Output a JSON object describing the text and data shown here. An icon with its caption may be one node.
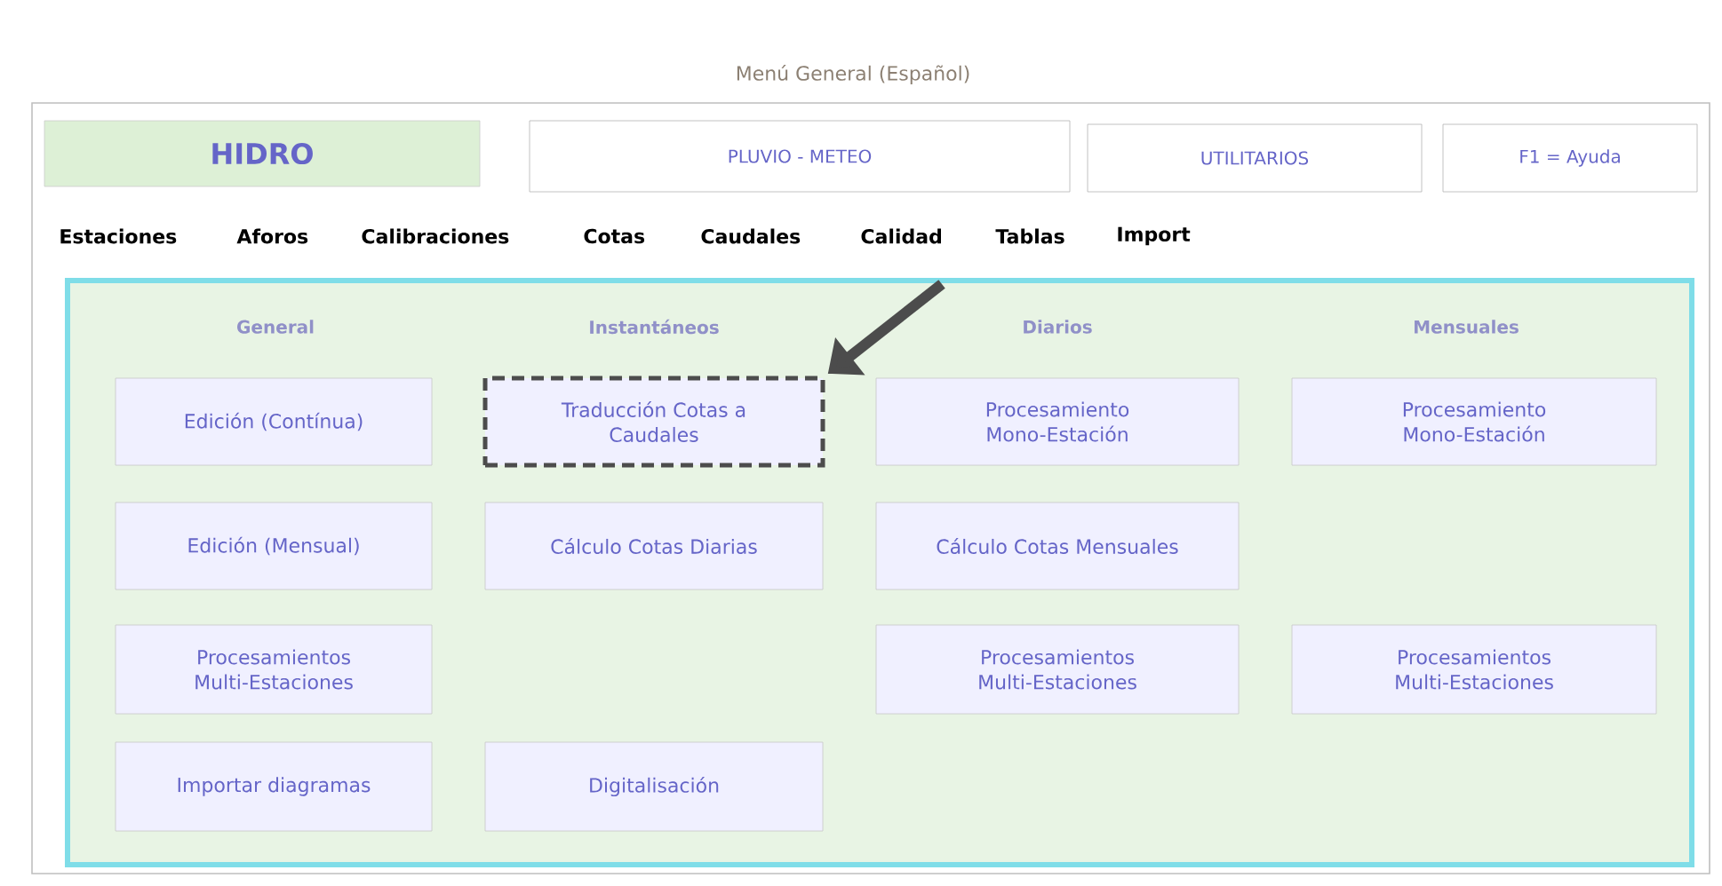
{
  "diagram": {
    "title": "Menú General (Español)",
    "nodes": [
      {
        "text": [
          "HIDRO"
        ]
      },
      {
        "text": [
          "PLUVIO - METEO"
        ]
      },
      {
        "text": [
          "UTILITARIOS"
        ]
      },
      {
        "text": [
          "F1 = Ayuda"
        ]
      },
      {
        "text": [],
        "shape": "box"
      },
      {
        "text": [
          "Edición (Contínua)"
        ],
        "in": 4
      },
      {
        "text": [
          "Traducción Cotas a Caudales"
        ],
        "in": 4
      },
      {
        "text": [
          "Procesamiento Mono-Estación"
        ],
        "in": 4
      },
      {
        "text": [
          "Procesamiento Mono-Estación"
        ],
        "in": 4
      },
      {
        "text": [
          "Edición (Mensual)"
        ],
        "in": 4
      },
      {
        "text": [
          "Cálculo Cotas Diarias"
        ],
        "in": 4
      },
      {
        "text": [
          "Cálculo Cotas Mensuales"
        ],
        "in": 4
      },
      {
        "text": [
          "Procesamientos Multi-Estaciones"
        ],
        "in": 4
      },
      {
        "text": [
          "Procesamientos Multi-Estaciones"
        ],
        "in": 4
      },
      {
        "text": [
          "Procesamientos Multi-Estaciones"
        ],
        "in": 4
      },
      {
        "text": [
          "Importar diagramas"
        ],
        "in": 4
      },
      {
        "text": [
          "Digitalisación"
        ],
        "in": 4
      }
    ],
    "edges": [
      {
        "from": null,
        "to": 6,
        "arrow": "to"
      }
    ],
    "labels": [
      "Estaciones",
      "Aforos",
      "Calibraciones",
      "Cotas",
      "Caudales",
      "Calidad",
      "Tablas",
      "Import",
      "General",
      "Instantáneos",
      "Diarios",
      "Mensuales"
    ]
  }
}
